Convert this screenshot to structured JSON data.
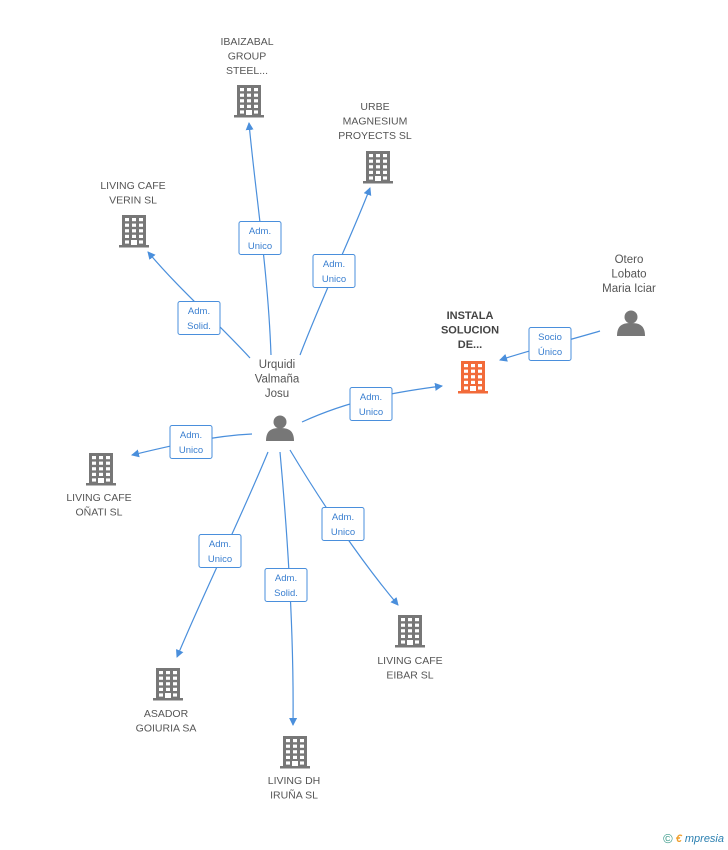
{
  "nodes": [
    {
      "id": "center",
      "type": "person",
      "lines": [
        "Urquidi",
        "Valmaña",
        "Josu"
      ]
    },
    {
      "id": "ibaizabal",
      "type": "company",
      "lines": [
        "IBAIZABAL",
        "GROUP",
        "STEEL..."
      ]
    },
    {
      "id": "urbe",
      "type": "company",
      "lines": [
        "URBE",
        "MAGNESIUM",
        "PROYECTS SL"
      ]
    },
    {
      "id": "verin",
      "type": "company",
      "lines": [
        "LIVING CAFE",
        "VERIN SL"
      ]
    },
    {
      "id": "instala",
      "type": "company",
      "main": true,
      "lines": [
        "INSTALA",
        "SOLUCION",
        "DE..."
      ]
    },
    {
      "id": "otero",
      "type": "person",
      "lines": [
        "Otero",
        "Lobato",
        "Maria Iciar"
      ]
    },
    {
      "id": "onati",
      "type": "company",
      "lines": [
        "LIVING CAFE",
        "OÑATI SL"
      ]
    },
    {
      "id": "eibar",
      "type": "company",
      "lines": [
        "LIVING CAFE",
        "EIBAR SL"
      ]
    },
    {
      "id": "asador",
      "type": "company",
      "lines": [
        "ASADOR",
        "GOIURIA SA"
      ]
    },
    {
      "id": "iruna",
      "type": "company",
      "lines": [
        "LIVING DH",
        "IRUÑA SL"
      ]
    }
  ],
  "edges": [
    {
      "from": "center",
      "to": "ibaizabal",
      "lines": [
        "Adm.",
        "Unico"
      ]
    },
    {
      "from": "center",
      "to": "urbe",
      "lines": [
        "Adm.",
        "Unico"
      ]
    },
    {
      "from": "center",
      "to": "verin",
      "lines": [
        "Adm.",
        "Solid."
      ]
    },
    {
      "from": "center",
      "to": "instala",
      "lines": [
        "Adm.",
        "Unico"
      ]
    },
    {
      "from": "otero",
      "to": "instala",
      "lines": [
        "Socio",
        "Único"
      ]
    },
    {
      "from": "center",
      "to": "onati",
      "lines": [
        "Adm.",
        "Unico"
      ]
    },
    {
      "from": "center",
      "to": "eibar",
      "lines": [
        "Adm.",
        "Unico"
      ]
    },
    {
      "from": "center",
      "to": "asador",
      "lines": [
        "Adm.",
        "Unico"
      ]
    },
    {
      "from": "center",
      "to": "iruna",
      "lines": [
        "Adm.",
        "Solid."
      ]
    }
  ],
  "colors": {
    "edge": "#4a8fdc",
    "node": "#777777",
    "main_node": "#f26b3a"
  },
  "watermark": {
    "symbol": "©",
    "brand_first": "€",
    "brand_rest": "mpresia"
  }
}
